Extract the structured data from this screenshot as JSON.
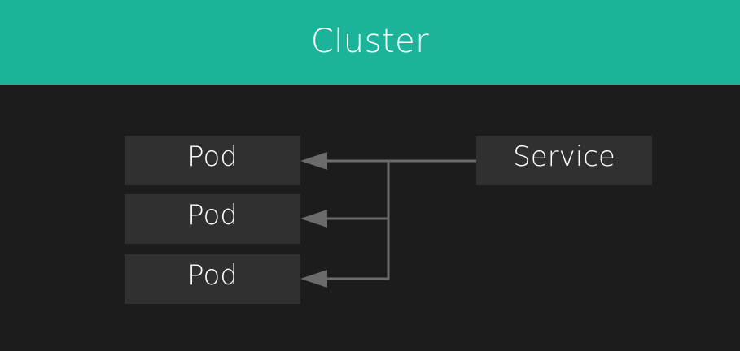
{
  "header": {
    "title": "Cluster"
  },
  "pods": [
    {
      "label": "Pod"
    },
    {
      "label": "Pod"
    },
    {
      "label": "Pod"
    }
  ],
  "service": {
    "label": "Service"
  },
  "colors": {
    "header_bg": "#1bb399",
    "canvas_bg": "#1c1c1c",
    "node_bg": "#303030",
    "connector": "#6b6b6b",
    "text": "#ffffff"
  },
  "edges": [
    {
      "from": "service",
      "to": "pod-1"
    },
    {
      "from": "service",
      "to": "pod-2"
    },
    {
      "from": "service",
      "to": "pod-3"
    }
  ]
}
